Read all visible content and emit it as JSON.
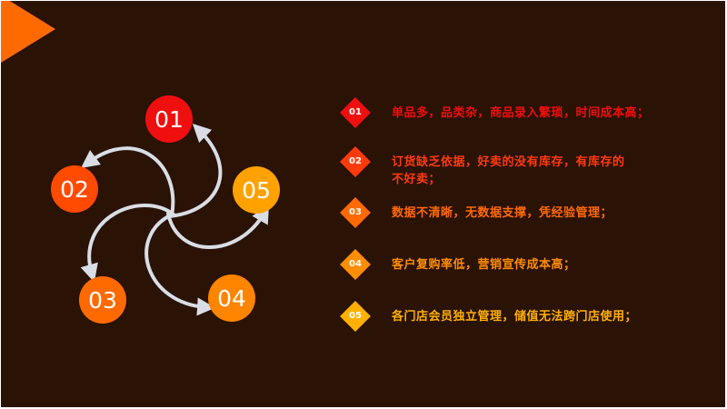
{
  "colors": {
    "background": "#2a1205",
    "accent": "#ff6a00",
    "arrow": "#d9dde6",
    "item_colors": [
      "#f00f0f",
      "#ff3a0a",
      "#ff6a00",
      "#ff8d00",
      "#ffb000"
    ]
  },
  "circles": [
    {
      "label": "01",
      "color": "#f00f0f"
    },
    {
      "label": "02",
      "color": "#ff4a00"
    },
    {
      "label": "03",
      "color": "#ff6a00"
    },
    {
      "label": "04",
      "color": "#ff8400"
    },
    {
      "label": "05",
      "color": "#ffa200"
    }
  ],
  "items": [
    {
      "num": "01",
      "text": "单品多，品类杂，商品录入繁琐，时间成本高；"
    },
    {
      "num": "02",
      "text_line1": "订货缺乏依据，好卖的没有库存，有库存的",
      "text_line2": "不好卖；"
    },
    {
      "num": "03",
      "text": "数据不清晰，无数据支撑，凭经验管理；"
    },
    {
      "num": "04",
      "text": "客户复购率低，营销宣传成本高；"
    },
    {
      "num": "05",
      "text": "各门店会员独立管理，储值无法跨门店使用；"
    }
  ]
}
